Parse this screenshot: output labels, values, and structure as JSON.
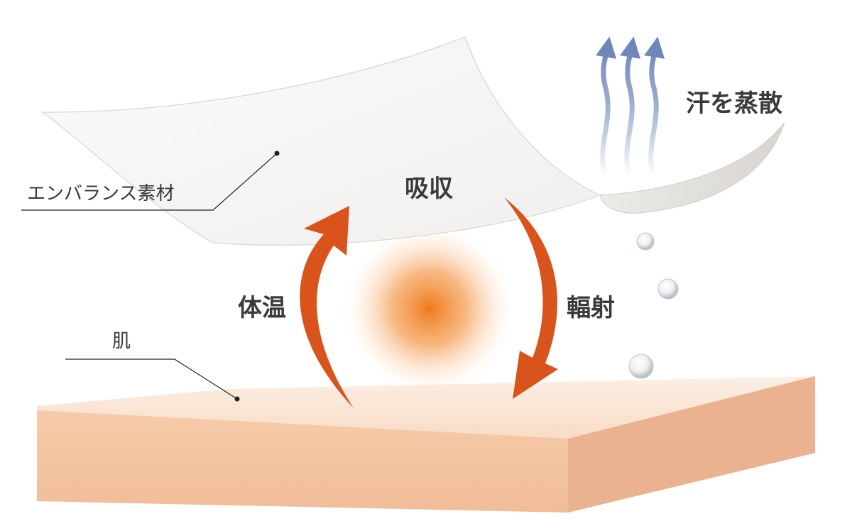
{
  "labels": {
    "material": "エンバランス素材",
    "skin": "肌",
    "absorb": "吸収",
    "body_heat": "体温",
    "radiation": "輻射",
    "sweat_evaporation": "汗を蒸散"
  },
  "colors": {
    "arrow_orange": "#d9541c",
    "heat_core": "#f07a1a",
    "skin_top": "#fbe4d2",
    "skin_front": "#f3c19f",
    "skin_side": "#eab28e",
    "vapor_arrow": "#6f86b8",
    "sheet": "#f7f6f5",
    "sheet_underside": "#dedcd8"
  }
}
